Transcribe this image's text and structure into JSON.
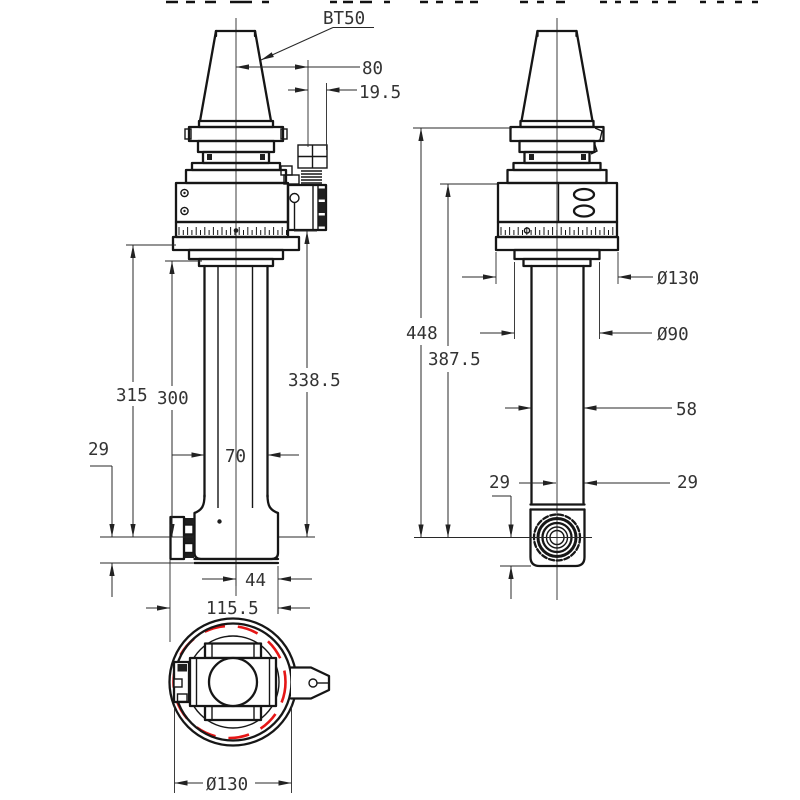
{
  "drawing": {
    "taper_label": "BT50",
    "front_view": {
      "dim_80": "80",
      "dim_19_5": "19.5",
      "dim_338_5": "338.5",
      "dim_315": "315",
      "dim_300": "300",
      "dim_70": "70",
      "dim_29": "29",
      "dim_44": "44",
      "dim_115_5": "115.5"
    },
    "side_view": {
      "dim_448": "448",
      "dim_387_5": "387.5",
      "dia_130": "Ø130",
      "dia_90": "Ø90",
      "dim_58": "58",
      "dim_29_left": "29",
      "dim_29_right": "29"
    },
    "bottom_view": {
      "dia_130": "Ø130"
    },
    "colors": {
      "line": "#161616",
      "dimension": "#282828",
      "rotation_accent_red": "#e51616",
      "background": "#ffffff"
    }
  }
}
